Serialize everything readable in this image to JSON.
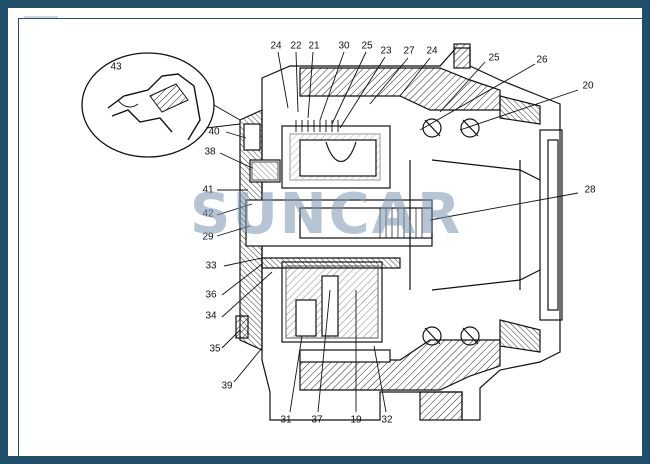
{
  "watermark": "SUNCAR",
  "colors": {
    "frame": "#1f4f6a",
    "ink": "#111111",
    "watermark": "#7896af"
  },
  "callouts": [
    "24",
    "22",
    "21",
    "30",
    "25",
    "23",
    "27",
    "24",
    "25",
    "26",
    "20",
    "28",
    "43",
    "40",
    "38",
    "41",
    "42",
    "29",
    "33",
    "36",
    "34",
    "35",
    "39",
    "31",
    "37",
    "19",
    "32"
  ]
}
